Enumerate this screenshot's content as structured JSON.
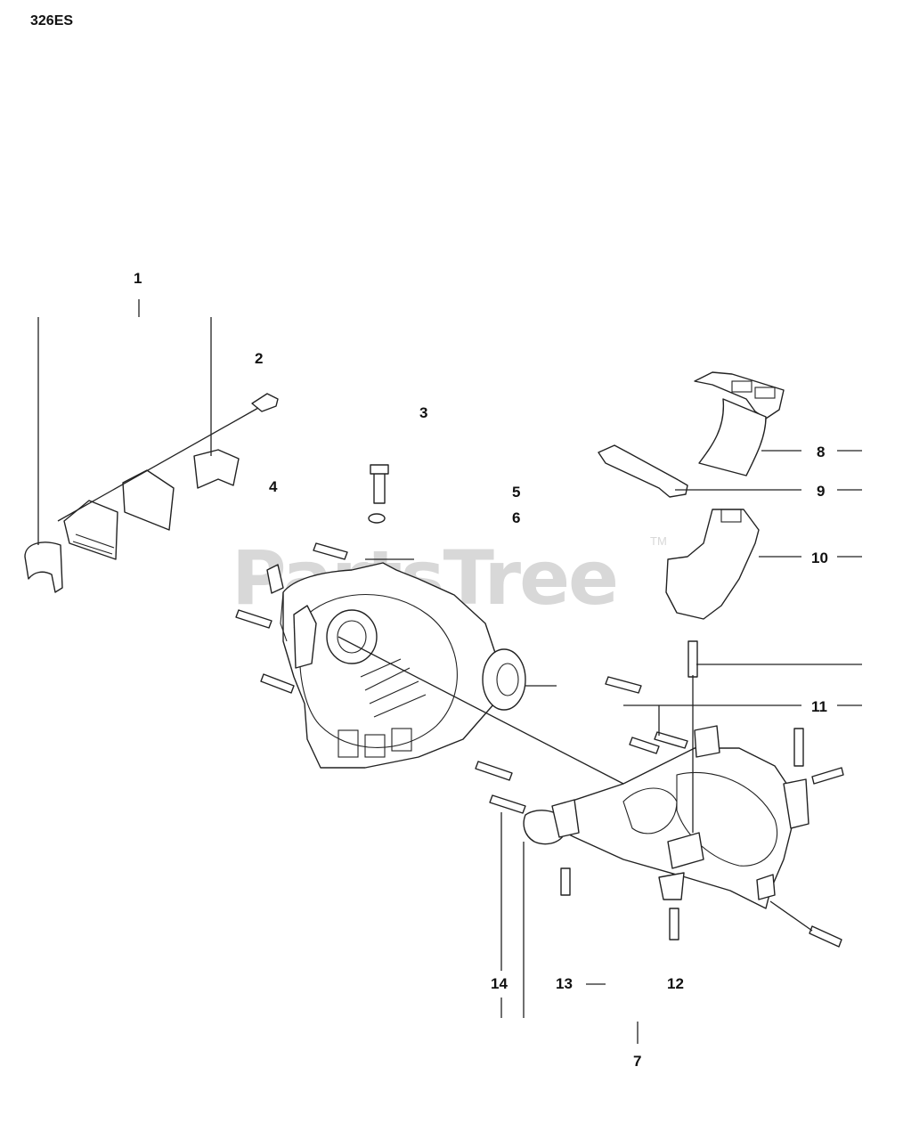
{
  "model": "326ES",
  "watermark": {
    "text": "PartsTree",
    "tm": "TM"
  },
  "callouts": [
    "1",
    "2",
    "3",
    "4",
    "5",
    "6",
    "7",
    "8",
    "9",
    "10",
    "11",
    "12",
    "13",
    "14"
  ]
}
